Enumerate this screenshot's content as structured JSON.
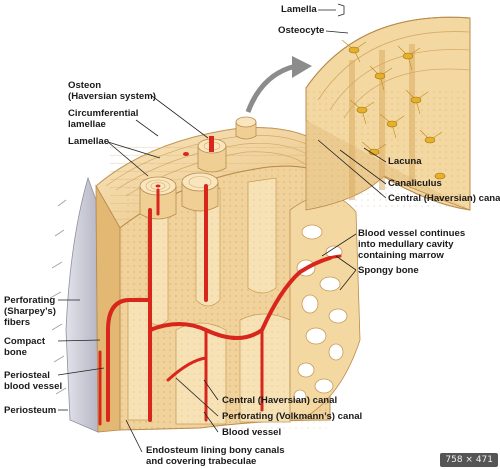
{
  "labels": {
    "lamella": "Lamella",
    "osteocyte": "Osteocyte",
    "osteon_line1": "Osteon",
    "osteon_line2": "(Haversian system)",
    "circumferential_line1": "Circumferential",
    "circumferential_line2": "lamellae",
    "lamellae": "Lamellae",
    "lacuna": "Lacuna",
    "canaliculus": "Canaliculus",
    "central_canal_top": "Central (Haversian) canal",
    "blood_vessel_continues_line1": "Blood vessel continues",
    "blood_vessel_continues_line2": "into medullary cavity",
    "blood_vessel_continues_line3": "containing marrow",
    "spongy_bone": "Spongy bone",
    "perforating_fibers_line1": "Perforating",
    "perforating_fibers_line2": "(Sharpey’s)",
    "perforating_fibers_line3": "fibers",
    "compact_bone_line1": "Compact",
    "compact_bone_line2": "bone",
    "periosteal_vessel_line1": "Periosteal",
    "periosteal_vessel_line2": "blood vessel",
    "periosteum": "Periosteum",
    "central_canal_bottom": "Central (Haversian) canal",
    "perforating_canal": "Perforating (Volkmann’s) canal",
    "blood_vessel": "Blood vessel",
    "endosteum_line1": "Endosteum lining bony canals",
    "endosteum_line2": "and covering trabeculae"
  },
  "badge": "758 × 471",
  "colors": {
    "bone_light": "#f6dfb0",
    "bone_mid": "#ecc98c",
    "bone_dark": "#d9a95e",
    "vessel": "#d8261d",
    "osteocyte": "#e6b12a",
    "periosteum": "#c9c9d6",
    "leader": "#222222"
  }
}
